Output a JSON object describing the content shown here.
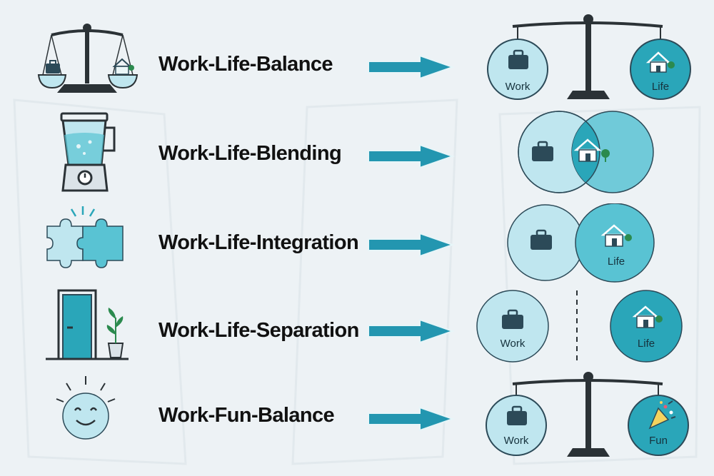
{
  "rows": [
    {
      "label": "Work-Life-Balance",
      "left": "Work",
      "right": "Life"
    },
    {
      "label": "Work-Life-Blending"
    },
    {
      "label": "Work-Life-Integration",
      "right": "Life"
    },
    {
      "label": "Work-Life-Separation",
      "left": "Work",
      "right": "Life"
    },
    {
      "label": "Work-Fun-Balance",
      "left": "Work",
      "right": "Fun"
    }
  ],
  "colors": {
    "background": "#edf2f5",
    "light_fill": "#bfe6ef",
    "medium_fill": "#59c3d3",
    "dark_fill": "#2aa6b9",
    "stroke": "#2c4a58",
    "arrow": "#2396b0",
    "scale": "#2b3236"
  },
  "icons": {
    "row1": "balance-scale-icon",
    "row2": "blender-icon",
    "row3": "puzzle-icon",
    "row4": "door-plant-icon",
    "row5": "smiley-sun-icon"
  }
}
